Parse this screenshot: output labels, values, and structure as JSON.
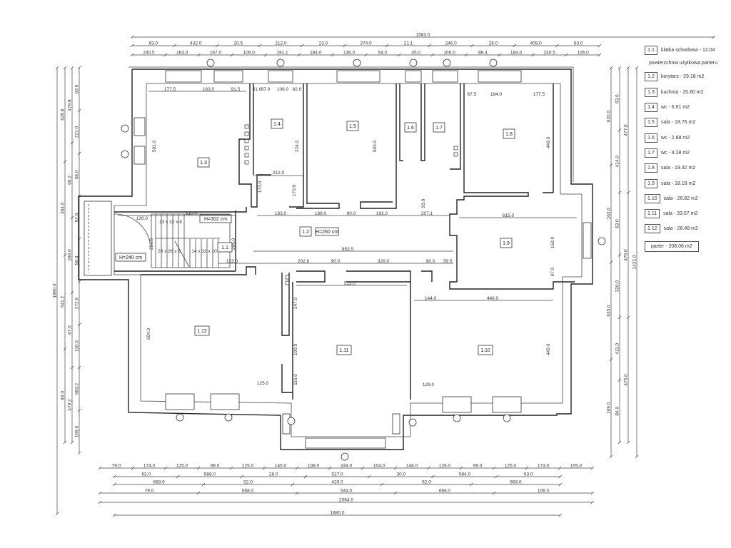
{
  "rooms": [
    {
      "id": "1.1",
      "height": "H=302 cm",
      "height2": "H=240 cm"
    },
    {
      "id": "1.2",
      "height": "H=260 cm"
    },
    {
      "id": "1.3"
    },
    {
      "id": "1.4"
    },
    {
      "id": "1.5"
    },
    {
      "id": "1.6"
    },
    {
      "id": "1.7"
    },
    {
      "id": "1.8"
    },
    {
      "id": "1.9"
    },
    {
      "id": "1.10"
    },
    {
      "id": "1.11"
    },
    {
      "id": "1.12"
    }
  ],
  "legend": {
    "first": {
      "id": "1.1",
      "text": "klatka schodowa - 12.04"
    },
    "subtitle": "powierzchnia użytkowa parteru",
    "items": [
      {
        "id": "1.2",
        "text": "korytarz - 29.18 m2"
      },
      {
        "id": "1.3",
        "text": "kuchnia - 20.80 m2"
      },
      {
        "id": "1.4",
        "text": "wc - 6.61 m2"
      },
      {
        "id": "1.5",
        "text": "sala - 18.76 m2"
      },
      {
        "id": "1.6",
        "text": "wc - 2.88 m2"
      },
      {
        "id": "1.7",
        "text": "wc - 4.28 m2"
      },
      {
        "id": "1.8",
        "text": "sala - 19.32 m2"
      },
      {
        "id": "1.9",
        "text": "sala - 18.18 m2"
      },
      {
        "id": "1.10",
        "text": "sala - 26.82 m2"
      },
      {
        "id": "1.11",
        "text": "sala - 33.57 m2"
      },
      {
        "id": "1.12",
        "text": "sala - 26.48 m2"
      }
    ],
    "total": "parter - 208.06 m2"
  },
  "dimensions": {
    "top": [
      [
        "1583.5"
      ],
      [
        "63.0",
        "432.0",
        "20.5",
        "212.0",
        "23.0",
        "374.0",
        "21.1",
        "246.0",
        "26.0",
        "409.0",
        "63.0"
      ],
      [
        "240.5",
        "163.0",
        "167.0",
        "106.0",
        "191.1",
        "184.0",
        "136.0",
        "54.0",
        "45.0",
        "106.0",
        "98.4",
        "184.0",
        "240.5",
        "106.0"
      ]
    ],
    "bottom": [
      [
        "79.0",
        "174.0",
        "125.0",
        "99.0",
        "125.0",
        "145.0",
        "108.0",
        "334.0",
        "104.0",
        "148.0",
        "126.0",
        "99.0",
        "125.0",
        "173.0",
        "105.0"
      ],
      [
        "63.0",
        "588.0",
        "28.0",
        "527.0",
        "30.0",
        "584.0",
        "63.0"
      ],
      [
        "668.0",
        "52.0",
        "420.0",
        "62.0",
        "668.0"
      ],
      [
        "79.0",
        "668.0",
        "544.0",
        "668.0",
        "106.0"
      ],
      [
        "2064.0"
      ],
      [
        "1880.0"
      ]
    ],
    "left": [
      [
        "1880.0"
      ],
      [
        "635.8",
        "364.0",
        "541.2",
        "83.0"
      ],
      [
        "479.8",
        "60.2",
        "296.0",
        "67.5",
        "479.2"
      ],
      [
        "63.0",
        "221.0",
        "58.0",
        "92.0",
        "56.0",
        "272.8",
        "110.0",
        "983.2",
        "169.0"
      ]
    ],
    "right": [
      [
        "633.0",
        "163.0",
        "635.0",
        "169.0"
      ],
      [
        "63.0",
        "414.0",
        "63.0",
        "320.0",
        "411.0",
        "84.0"
      ],
      [
        "477.0",
        "479.0",
        "475.0"
      ],
      [
        "1431.0"
      ]
    ]
  },
  "interior": [
    "177.5",
    "163.0",
    "91.5",
    "51.0",
    "97.0",
    "106.0",
    "82.0",
    "501.0",
    "224.0",
    "212.0",
    "173.0",
    "170.0",
    "503.0",
    "67.5",
    "184.0",
    "177.5",
    "446.0",
    "510.0",
    "130.0",
    "183.0",
    "189.0",
    "90.0",
    "192.0",
    "207.1",
    "615.0",
    "853.5",
    "123.0",
    "202.6",
    "90.0",
    "326.0",
    "90.0",
    "39.5",
    "163.0",
    "97.0",
    "512.0",
    "604.0",
    "147.0",
    "190.0",
    "116.0",
    "125.0",
    "144.0",
    "446.0",
    "445.0",
    "129.0",
    "256.0",
    "256.0",
    "93.0",
    "13 x 32 x 8",
    "26 x 26 x 8",
    "14 x 32 x 10"
  ]
}
